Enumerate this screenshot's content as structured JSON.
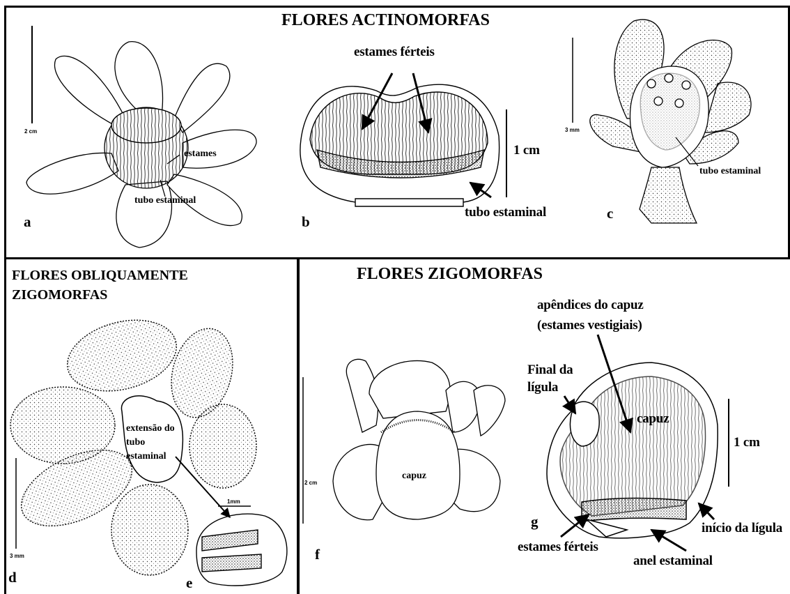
{
  "sections": {
    "top_title": "FLORES ACTINOMORFAS",
    "bottom_left_title_line1": "FLORES OBLIQUAMENTE",
    "bottom_left_title_line2": "ZIGOMORFAS",
    "bottom_right_title": "FLORES ZIGOMORFAS"
  },
  "panel_a": {
    "letter": "a",
    "scale": "2 cm",
    "labels": {
      "estames": "estames",
      "tubo_estaminal": "tubo estaminal"
    }
  },
  "panel_b": {
    "letter": "b",
    "scale": "1 cm",
    "labels": {
      "estames_ferteis": "estames férteis",
      "tubo_estaminal": "tubo estaminal"
    }
  },
  "panel_c": {
    "letter": "c",
    "scale": "3 mm",
    "labels": {
      "tubo_estaminal": "tubo estaminal"
    }
  },
  "panel_d": {
    "letter": "d",
    "scale": "3 mm",
    "labels": {
      "extensao_line1": "extensão do",
      "extensao_line2": "tubo",
      "extensao_line3": "estaminal"
    }
  },
  "panel_e": {
    "letter": "e",
    "scale": "1mm"
  },
  "panel_f": {
    "letter": "f",
    "scale": "2 cm",
    "labels": {
      "capuz": "capuz"
    }
  },
  "panel_g": {
    "letter": "g",
    "scale": "1 cm",
    "labels": {
      "apendices_line1": "apêndices do capuz",
      "apendices_line2": "(estames vestigiais)",
      "final_ligula_line1": "Final da",
      "final_ligula_line2": "lígula",
      "capuz": "capuz",
      "inicio_ligula": "início da lígula",
      "estames_ferteis": "estames férteis",
      "anel_estaminal": "anel estaminal"
    }
  },
  "colors": {
    "ink": "#000000",
    "background": "#ffffff",
    "stipple": "#333333"
  }
}
